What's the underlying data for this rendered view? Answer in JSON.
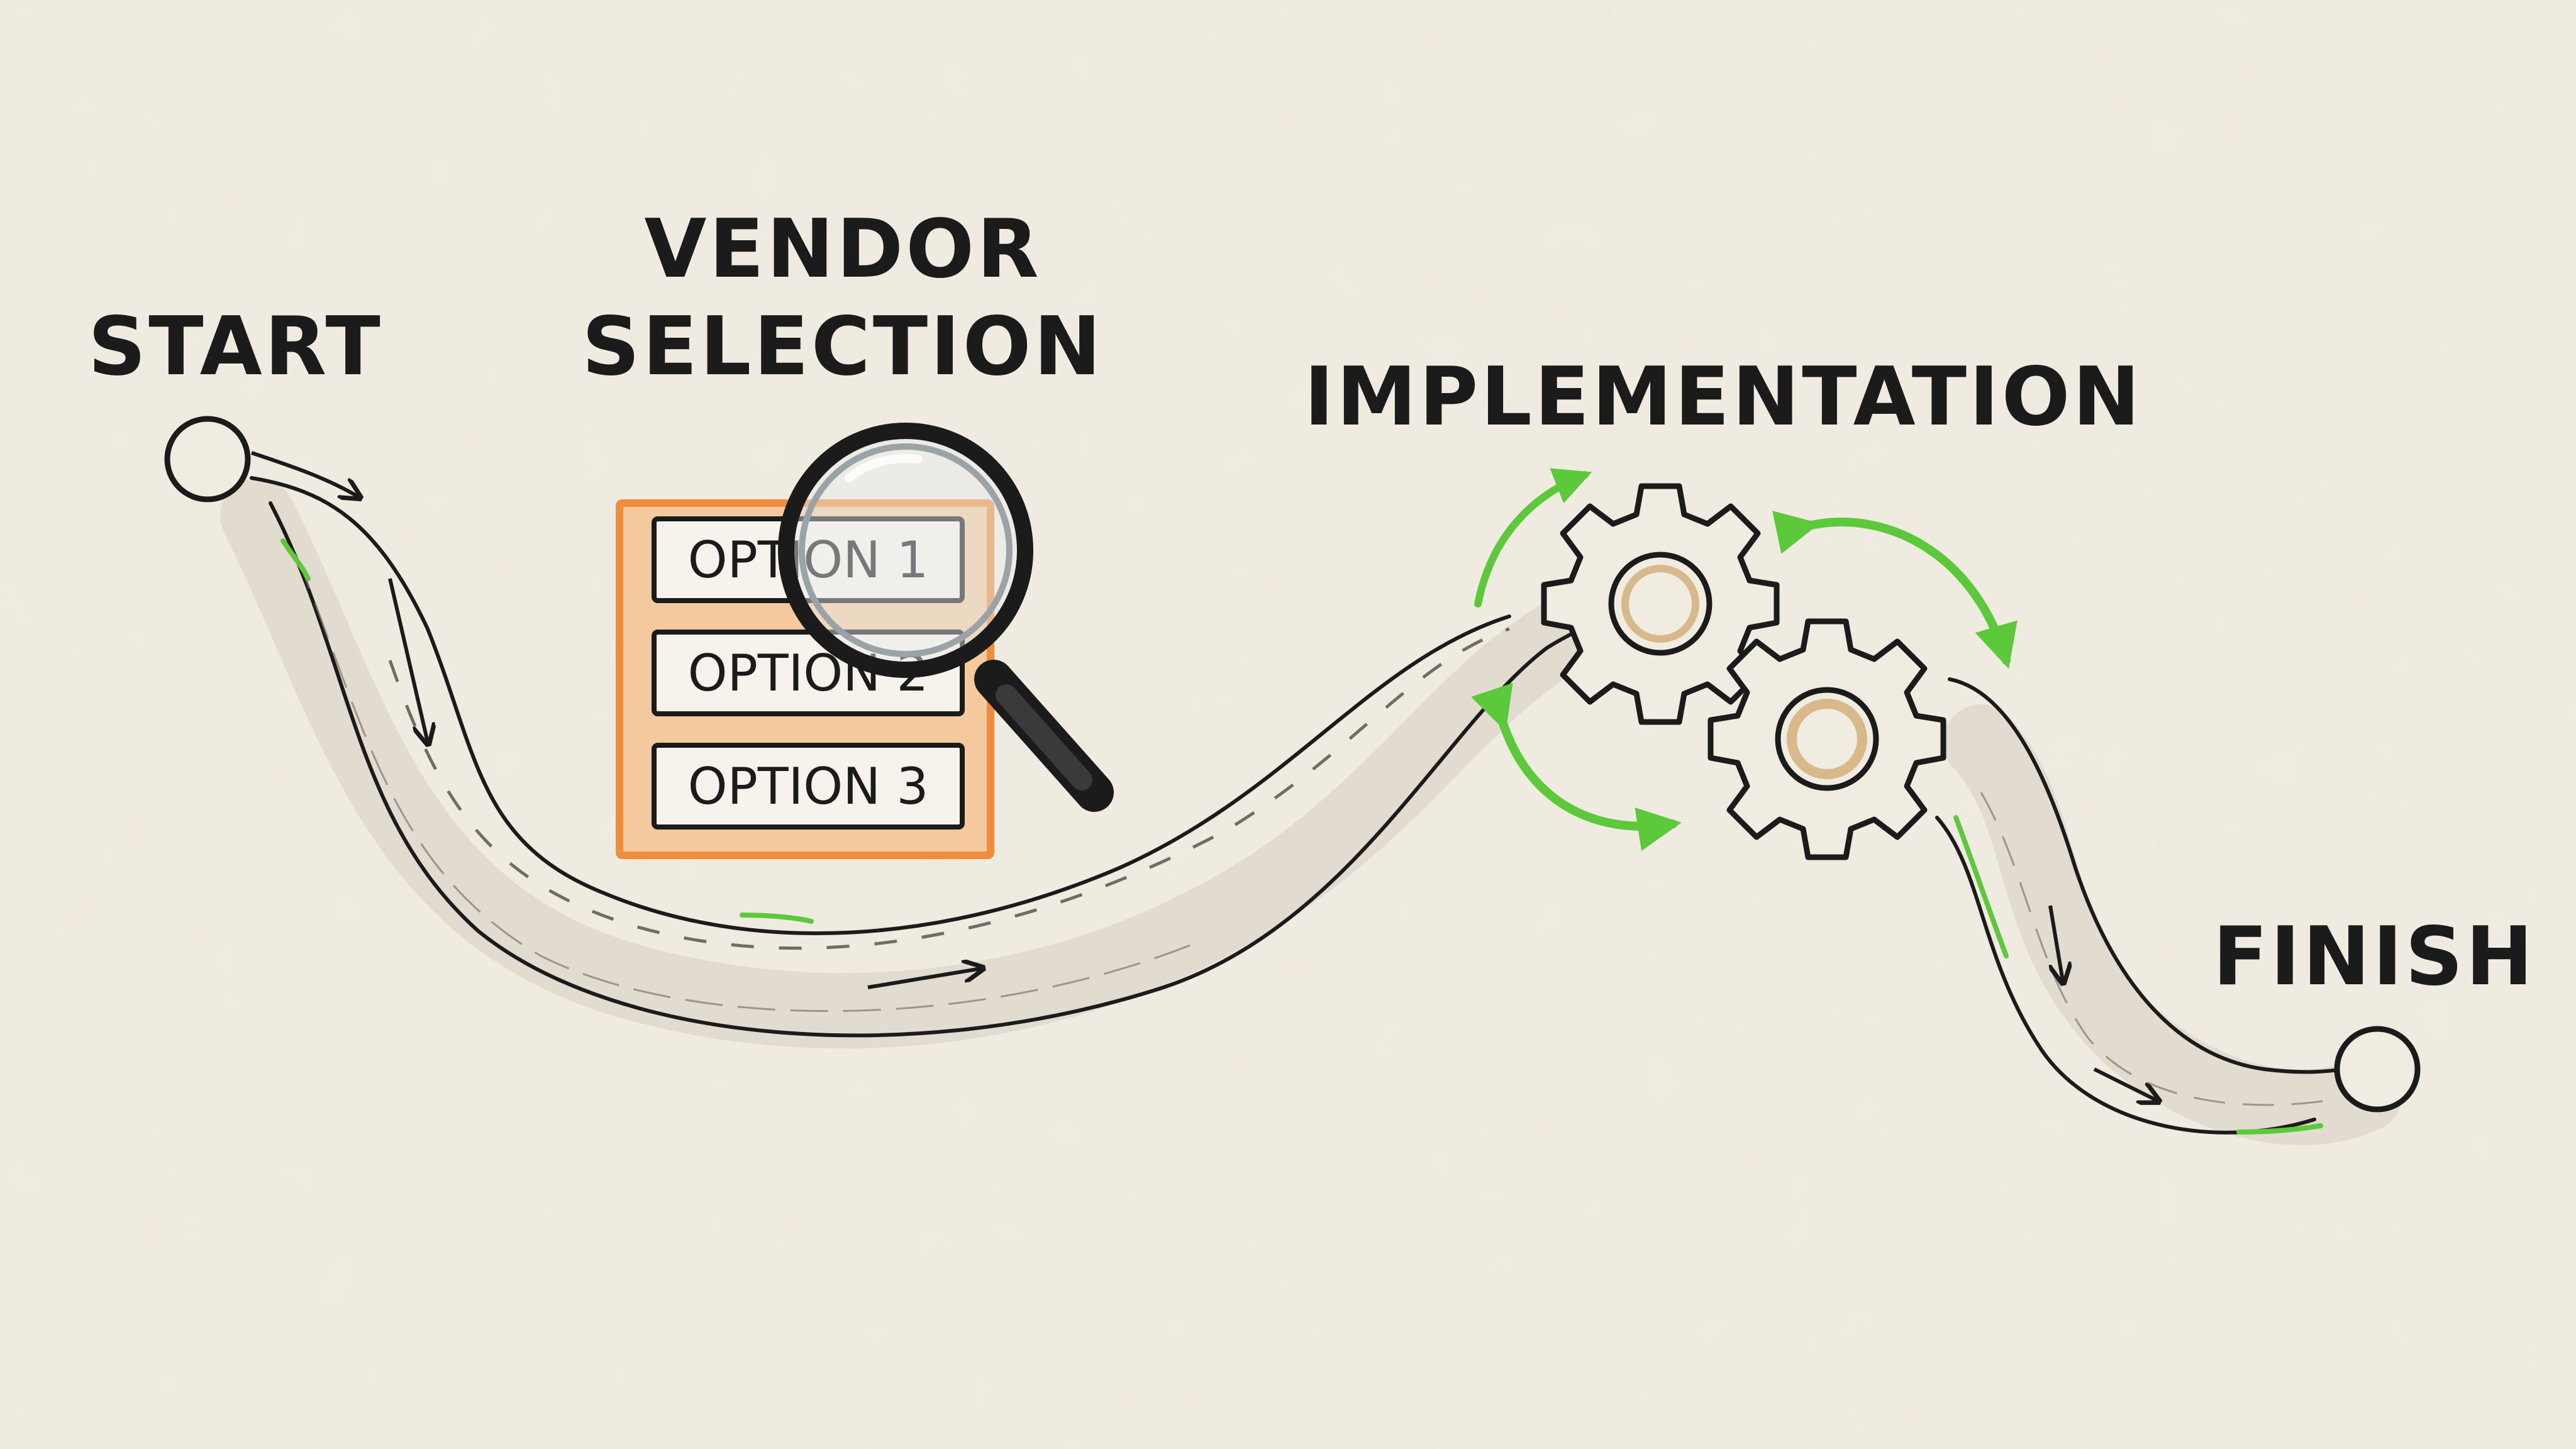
{
  "labels": {
    "start": "START",
    "vendor_selection_line1": "VENDOR",
    "vendor_selection_line2": "SELECTION",
    "implementation": "IMPLEMENTATION",
    "finish": "FINISH"
  },
  "options": [
    "OPTION 1",
    "OPTION 2",
    "OPTION 3"
  ],
  "icons": [
    "magnifying-glass-icon",
    "gear-icon",
    "cycle-arrow-icon",
    "direction-arrow-icon"
  ],
  "colors": {
    "paper": "#f1ece2",
    "ink": "#1b1b1b",
    "road_shade": "#cfc8bb",
    "accent_green": "#5cc93a",
    "accent_orange": "#ef8d3c",
    "gear_ring": "#d8b98a"
  }
}
